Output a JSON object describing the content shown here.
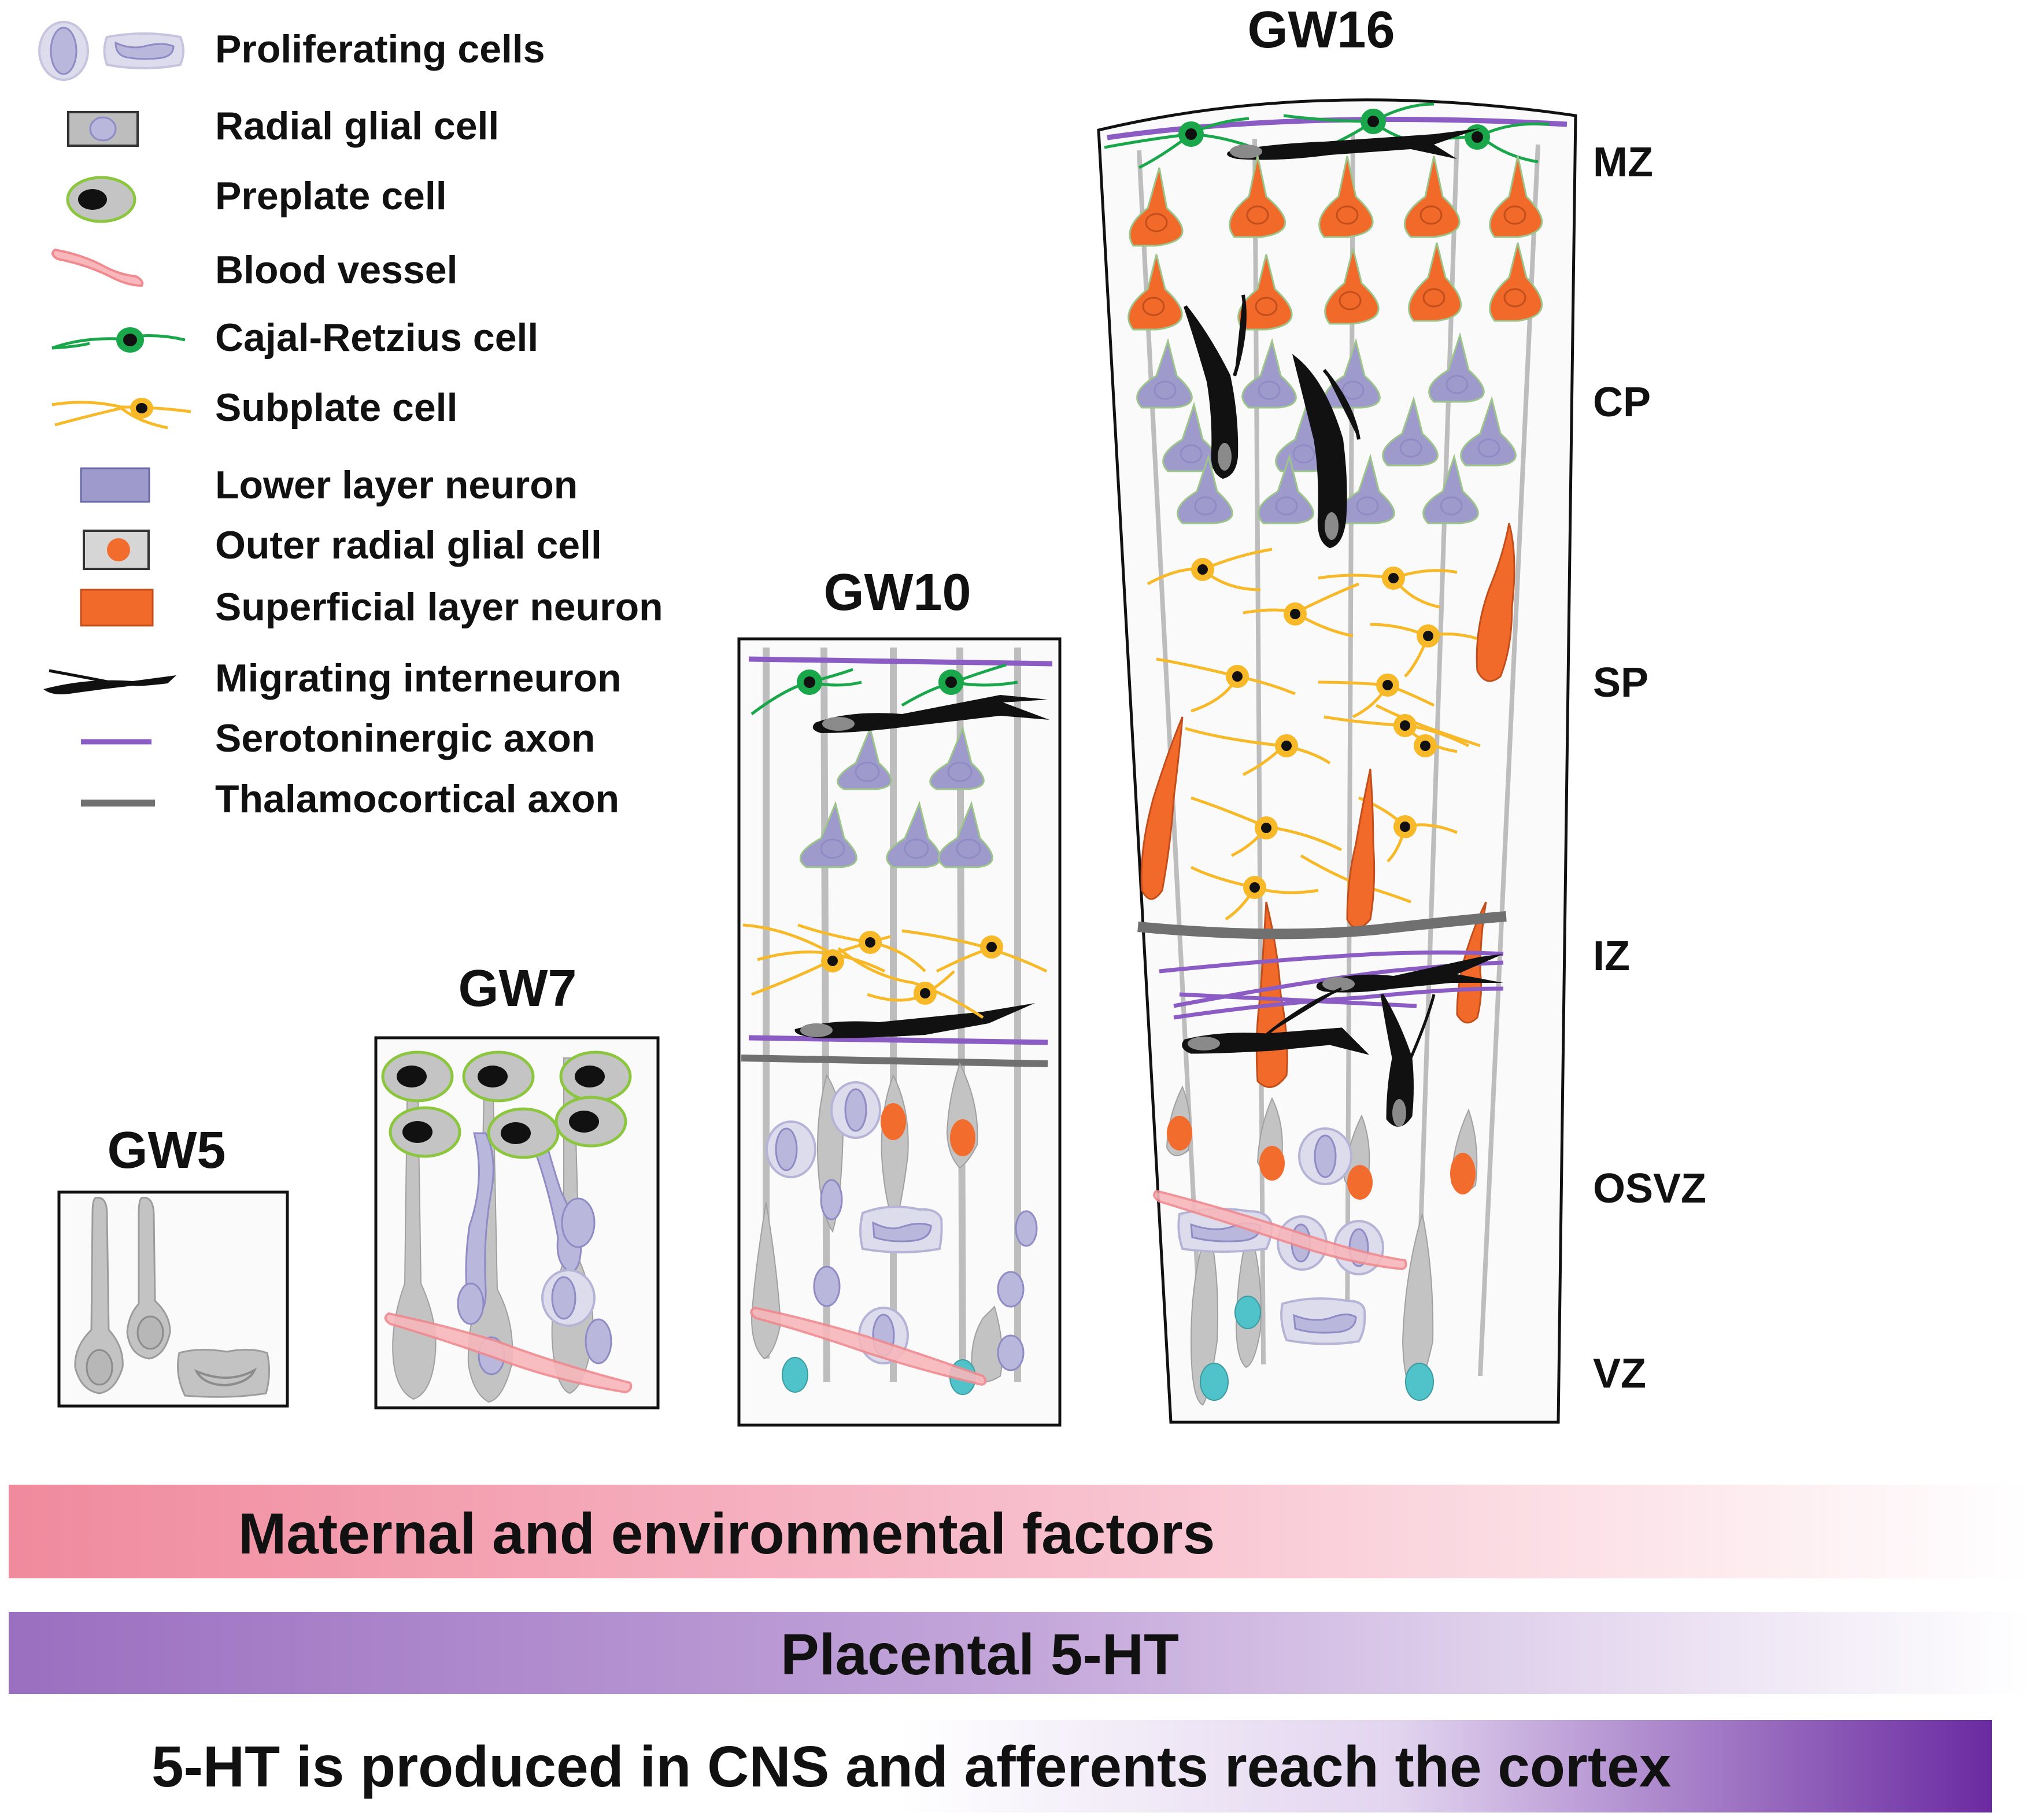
{
  "legend": [
    {
      "key": "proliferating",
      "label": "Proliferating cells"
    },
    {
      "key": "radial_glial",
      "label": "Radial glial cell"
    },
    {
      "key": "preplate",
      "label": "Preplate cell"
    },
    {
      "key": "blood_vessel",
      "label": "Blood vessel"
    },
    {
      "key": "cajal_retzius",
      "label": "Cajal-Retzius cell"
    },
    {
      "key": "subplate",
      "label": "Subplate cell"
    },
    {
      "key": "lower_layer",
      "label": "Lower layer neuron"
    },
    {
      "key": "outer_radial_glial",
      "label": "Outer radial glial cell"
    },
    {
      "key": "superficial_layer",
      "label": "Superficial layer neuron"
    },
    {
      "key": "migrating_interneuron",
      "label": "Migrating interneuron"
    },
    {
      "key": "serotoninergic_axon",
      "label": "Serotoninergic axon"
    },
    {
      "key": "thalamocortical_axon",
      "label": "Thalamocortical axon"
    }
  ],
  "stages": {
    "gw5": "GW5",
    "gw7": "GW7",
    "gw10": "GW10",
    "gw16": "GW16"
  },
  "zones": [
    "MZ",
    "CP",
    "SP",
    "IZ",
    "OSVZ",
    "VZ"
  ],
  "banners": {
    "maternal": "Maternal and environmental factors",
    "placental": "Placental 5-HT",
    "cns": "5-HT is produced in CNS and afferents reach the cortex"
  },
  "colors": {
    "proliferating_fill": "#b9b7dc",
    "proliferating_nucleus": "#9b93cc",
    "radial_glia": "#b5b5b5",
    "preplate_outline": "#8cc63f",
    "blood_vessel": "#f08a8f",
    "cajal_retzius": "#1aa64a",
    "subplate": "#f7b928",
    "lower_layer": "#9e9bcc",
    "outer_radial_nucleus": "#f26d2d",
    "superficial_layer": "#f26a2a",
    "interneuron": "#111111",
    "serotoninergic_axon": "#8a5cc4",
    "thalamocortical_axon": "#707070",
    "vz_nucleus": "#4fc3c9",
    "banner_maternal": "#f08a9d",
    "banner_placental": "#9b6fc0",
    "banner_cns": "#6a2aa1"
  }
}
